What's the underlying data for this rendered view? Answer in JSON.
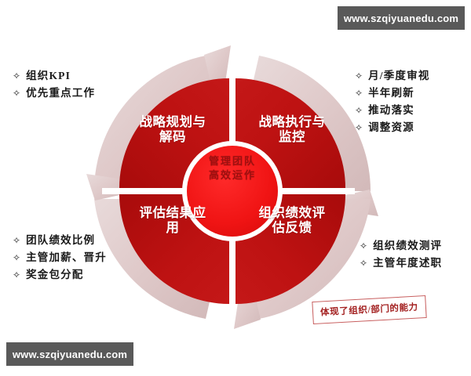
{
  "watermarks": {
    "top": "www.szqiyuanedu.com",
    "bottom": "www.szqiyuanedu.com"
  },
  "diagram": {
    "title_hub_line1": "管理团队",
    "title_hub_line2": "高效运作",
    "colors": {
      "quadrant_red": "#BD1111",
      "quadrant_red_dark": "#A50E0E",
      "hub_red": "#F01414",
      "hub_text": "#9E1010",
      "arrow_ring": "#E2CFCF",
      "arrow_ring_shadow": "#CDB6B6",
      "gap_white": "#FFFFFF"
    },
    "quadrants": [
      {
        "id": "top-left",
        "label": "战略规划与\n解码"
      },
      {
        "id": "top-right",
        "label": "战略执行与\n监控"
      },
      {
        "id": "bottom-left",
        "label": "评估结果应\n用"
      },
      {
        "id": "bottom-right",
        "label": "组织绩效评\n估反馈"
      }
    ],
    "arrows": [
      {
        "id": "arrow-top-left",
        "direction": "clockwise",
        "head": "top"
      },
      {
        "id": "arrow-top-right",
        "direction": "clockwise",
        "head": "right"
      },
      {
        "id": "arrow-bottom-right",
        "direction": "clockwise",
        "head": "bottom"
      },
      {
        "id": "arrow-bottom-left",
        "direction": "clockwise",
        "head": "left"
      }
    ]
  },
  "lists": {
    "top_left": {
      "bullet": "✧",
      "items": [
        "组织KPI",
        "优先重点工作"
      ]
    },
    "top_right": {
      "bullet": "✧",
      "items": [
        "月/季度审视",
        "半年刷新",
        "推动落实",
        "调整资源"
      ]
    },
    "bottom_left": {
      "bullet": "✧",
      "items": [
        "团队绩效比例",
        "主管加薪、晋升",
        "奖金包分配"
      ]
    },
    "bottom_right": {
      "bullet": "✧",
      "items": [
        "组织绩效测评",
        "主管年度述职"
      ]
    }
  },
  "callout": {
    "text": "体现了组织/部门的能力",
    "border_color": "#C75C5C",
    "text_color": "#A32020"
  }
}
